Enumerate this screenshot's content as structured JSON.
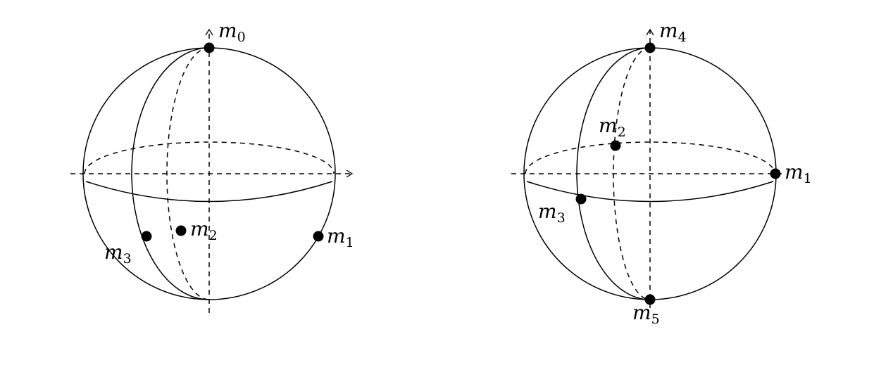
{
  "figure": {
    "stroke_color": "#000000",
    "background_color": "#ffffff",
    "left_sphere": {
      "points": [
        {
          "id": "m0",
          "letter": "m",
          "index": "0"
        },
        {
          "id": "m1",
          "letter": "m",
          "index": "1"
        },
        {
          "id": "m2",
          "letter": "m",
          "index": "2"
        },
        {
          "id": "m3",
          "letter": "m",
          "index": "3"
        }
      ]
    },
    "right_sphere": {
      "points": [
        {
          "id": "m4",
          "letter": "m",
          "index": "4"
        },
        {
          "id": "m1",
          "letter": "m",
          "index": "1"
        },
        {
          "id": "m2",
          "letter": "m",
          "index": "2"
        },
        {
          "id": "m3",
          "letter": "m",
          "index": "3"
        },
        {
          "id": "m5",
          "letter": "m",
          "index": "5"
        }
      ]
    }
  }
}
